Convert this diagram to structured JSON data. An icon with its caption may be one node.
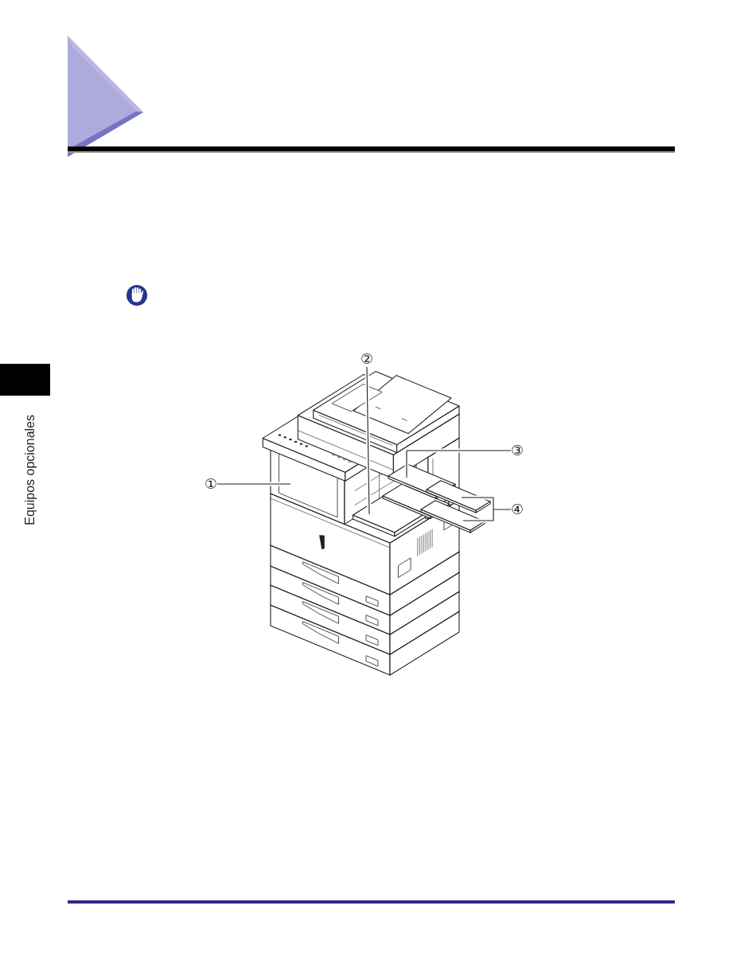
{
  "diagram": {
    "nodes": [
      {
        "text": [
          "①"
        ]
      },
      {
        "text": [
          "②"
        ]
      },
      {
        "text": [
          "③"
        ]
      },
      {
        "text": [
          "④"
        ]
      },
      {
        "text": [],
        "shape": "picture"
      }
    ],
    "edges": [
      {
        "from": 0,
        "to": 4,
        "arrow": "none"
      },
      {
        "from": 1,
        "to": 4,
        "arrow": "none"
      },
      {
        "from": 2,
        "to": 4,
        "arrow": "none"
      },
      {
        "from": 3,
        "to": 4,
        "arrow": "none"
      }
    ],
    "labels": [
      "Equipos opcionales"
    ]
  }
}
